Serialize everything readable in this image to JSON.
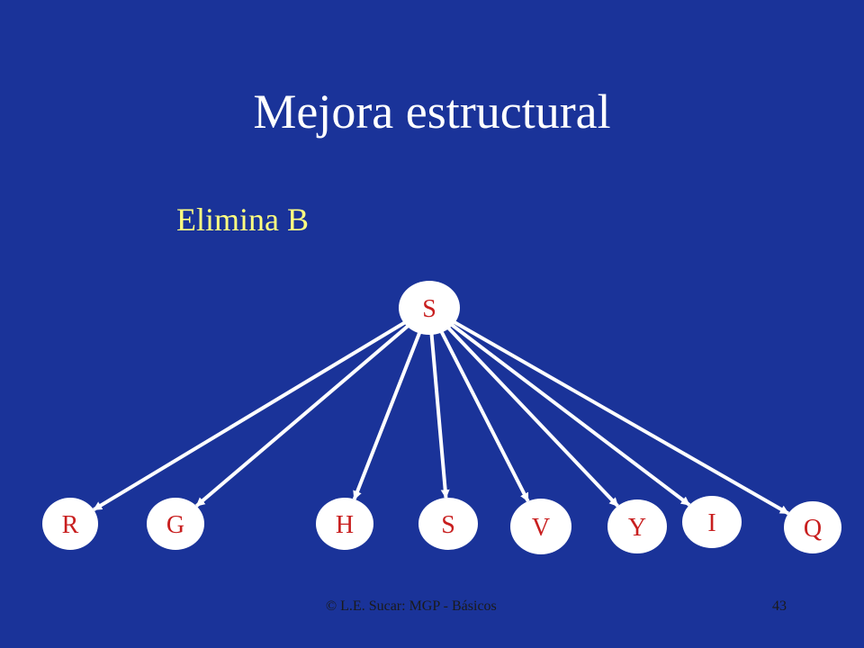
{
  "slide": {
    "title": "Mejora estructural",
    "subtitle": "Elimina B",
    "footer_left": "© L.E. Sucar: MGP - Básicos",
    "page_number": "43"
  },
  "colors": {
    "background": "#1a3399",
    "title": "#ffffff",
    "subtitle": "#ffff80",
    "node_fill": "#ffffff",
    "node_text": "#c81e1e",
    "edge": "#ffffff"
  },
  "diagram": {
    "root": {
      "id": "root",
      "label": "S"
    },
    "children": [
      {
        "id": "R",
        "label": "R"
      },
      {
        "id": "G",
        "label": "G"
      },
      {
        "id": "H",
        "label": "H"
      },
      {
        "id": "S2",
        "label": "S"
      },
      {
        "id": "V",
        "label": "V"
      },
      {
        "id": "Y",
        "label": "Y"
      },
      {
        "id": "I",
        "label": "I"
      },
      {
        "id": "Q",
        "label": "Q"
      }
    ],
    "edges": [
      {
        "from": "root",
        "to": "R"
      },
      {
        "from": "root",
        "to": "G"
      },
      {
        "from": "root",
        "to": "H"
      },
      {
        "from": "root",
        "to": "S2"
      },
      {
        "from": "root",
        "to": "V"
      },
      {
        "from": "root",
        "to": "Y"
      },
      {
        "from": "root",
        "to": "I"
      },
      {
        "from": "root",
        "to": "Q"
      }
    ]
  }
}
